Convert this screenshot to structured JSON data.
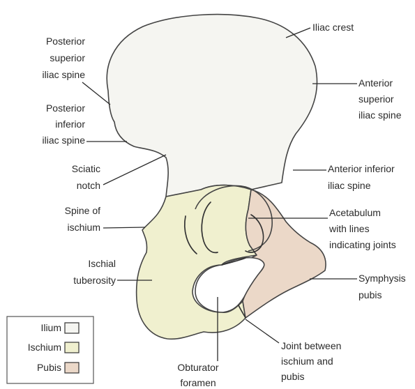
{
  "colors": {
    "ilium": "#f5f5f1",
    "ischium": "#f0f0cf",
    "pubis": "#ebd8c8",
    "outline": "#444444",
    "text": "#2a2a2a"
  },
  "labels": {
    "iliac_crest": [
      "Iliac crest"
    ],
    "posterior_superior_iliac_spine": [
      "Posterior",
      "superior",
      "iliac spine"
    ],
    "posterior_inferior_iliac_spine": [
      "Posterior",
      "inferior",
      "iliac spine"
    ],
    "anterior_superior_iliac_spine": [
      "Anterior",
      "superior",
      "iliac spine"
    ],
    "sciatic_notch": [
      "Sciatic",
      "notch"
    ],
    "anterior_inferior_iliac_spine": [
      "Anterior inferior",
      "iliac spine"
    ],
    "spine_of_ischium": [
      "Spine of",
      "ischium"
    ],
    "acetabulum": [
      "Acetabulum",
      "with lines",
      "indicating joints"
    ],
    "ischial_tuberosity": [
      "Ischial",
      "tuberosity"
    ],
    "symphysis_pubis": [
      "Symphysis",
      "pubis"
    ],
    "obturator_foramen": [
      "Obturator",
      "foramen"
    ],
    "joint_ischium_pubis": [
      "Joint between",
      "ischium and",
      "pubis"
    ]
  },
  "legend": {
    "items": [
      {
        "label": "Ilium",
        "color": "#f5f5f1"
      },
      {
        "label": "Ischium",
        "color": "#f0f0cf"
      },
      {
        "label": "Pubis",
        "color": "#ebd8c8"
      }
    ]
  }
}
